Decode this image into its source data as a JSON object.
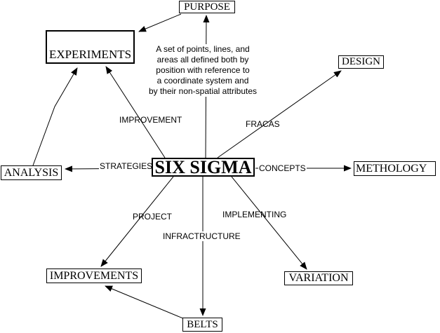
{
  "diagram": {
    "title_node": "SIX SIGMA",
    "nodes": {
      "purpose": "PURPOSE",
      "experiments": "EXPERIMENTS",
      "design": "DESIGN",
      "analysis": "ANALYSIS",
      "methology": "METHOLOGY",
      "improvements": "IMPROVEMENTS",
      "variation": "VARIATION",
      "belts": "BELTS"
    },
    "edge_labels": {
      "improvement": "IMPROVEMENT",
      "fracas": "FRACAS",
      "strategies": "STRATEGIES",
      "concepts": "CONCEPTS",
      "project": "PROJECT",
      "infractructure": "INFRACTRUCTURE",
      "implementing": "IMPLEMENTING"
    },
    "annotation_lines": [
      "A set of points, lines, and",
      "areas all defined both by",
      "position with reference to",
      "a coordinate system and",
      "by their non-spatial attributes"
    ],
    "colors": {
      "line": "#000000",
      "background": "#ffffff",
      "text": "#000000",
      "box_border": "#000000"
    }
  }
}
